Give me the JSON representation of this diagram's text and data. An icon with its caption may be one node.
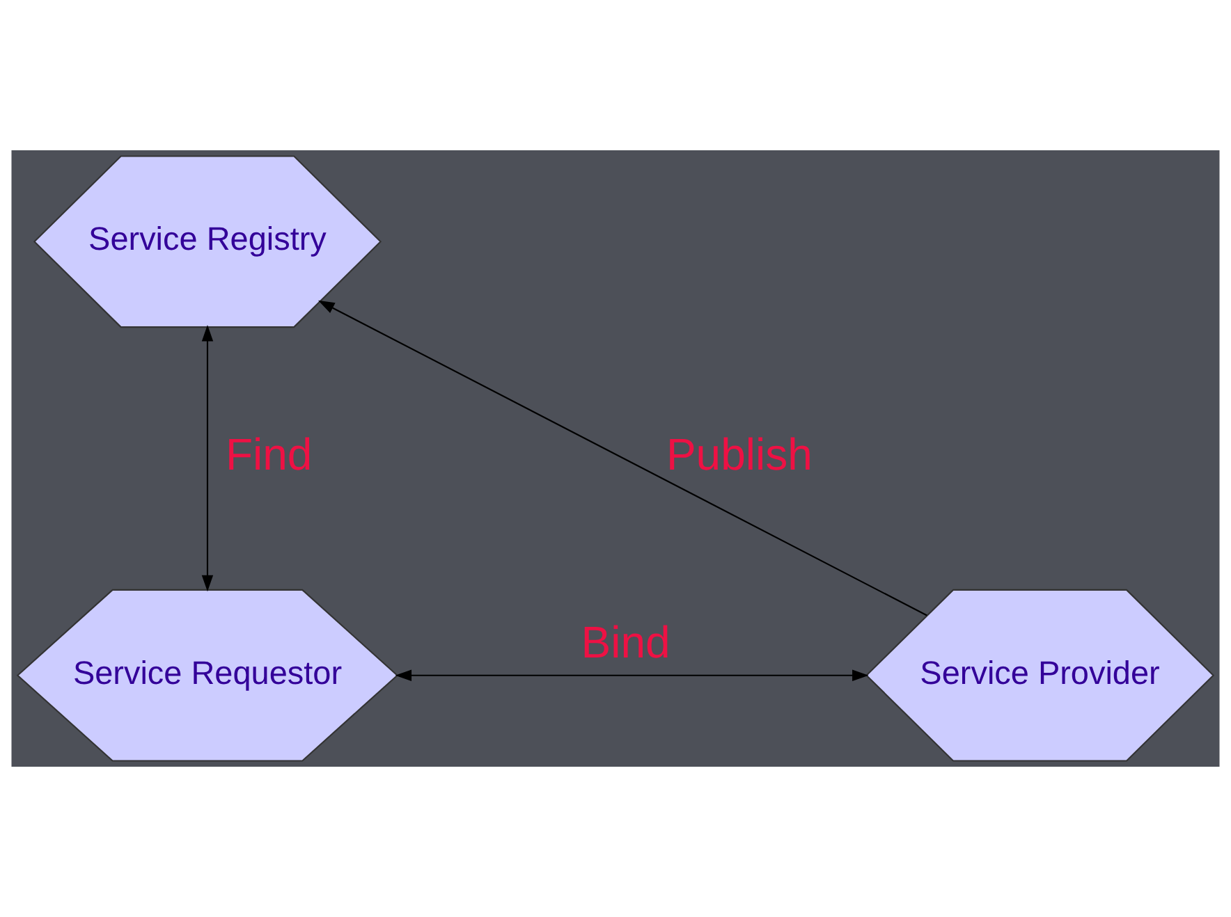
{
  "diagram": {
    "nodes": [
      {
        "text": [
          "Service Registry"
        ]
      },
      {
        "text": [
          "Service Requestor"
        ]
      },
      {
        "text": [
          "Service Provider"
        ]
      }
    ],
    "edges": [
      {
        "from": 0,
        "to": 1,
        "arrow": "both",
        "label": "Find"
      },
      {
        "from": 2,
        "to": 0,
        "arrow": "to",
        "label": "Publish"
      },
      {
        "from": 1,
        "to": 2,
        "arrow": "both",
        "label": "Bind"
      }
    ]
  }
}
